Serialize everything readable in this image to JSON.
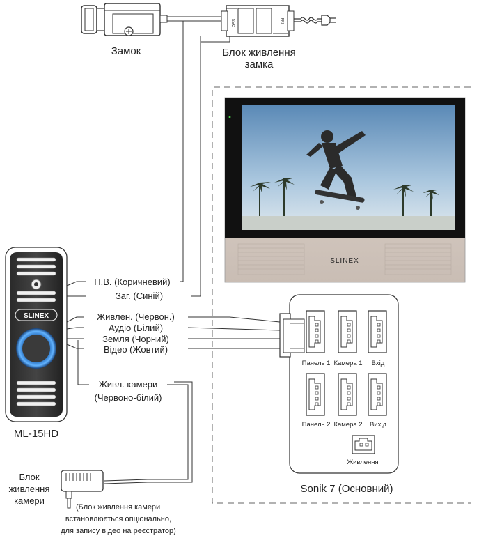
{
  "lock": {
    "label": "Замок"
  },
  "lock_power_supply": {
    "label_line1": "Блок живлення",
    "label_line2": "замка",
    "side_label_left": "SEC",
    "side_label_right": "PRI"
  },
  "monitor": {
    "brand": "SLINEX",
    "caption": "Sonik 7 (Основний)"
  },
  "panel": {
    "brand": "SLINEX",
    "model": "ML-15HD"
  },
  "wires": {
    "nv": "Н.В. (Коричневий)",
    "zag": "Заг. (Синій)",
    "power": "Живлен. (Червон.)",
    "audio": "Аудіо (Білий)",
    "ground": "Земля (Чорний)",
    "video": "Відео (Жовтий)",
    "cam_power_1": "Живл. камери",
    "cam_power_2": "(Червоно-білий)"
  },
  "connectors": {
    "panel1": "Панель 1",
    "camera1": "Камера 1",
    "out1": "Вхід",
    "panel2": "Панель 2",
    "camera2": "Камера 2",
    "out2": "Вихід",
    "power": "Живлення"
  },
  "camera_psu": {
    "label_line1": "Блок",
    "label_line2": "живлення",
    "label_line3": "камери",
    "note_line1": "(Блок живлення камери",
    "note_line2": "встановлюється опціонально,",
    "note_line3": "для запису відео на реєстратор)"
  }
}
